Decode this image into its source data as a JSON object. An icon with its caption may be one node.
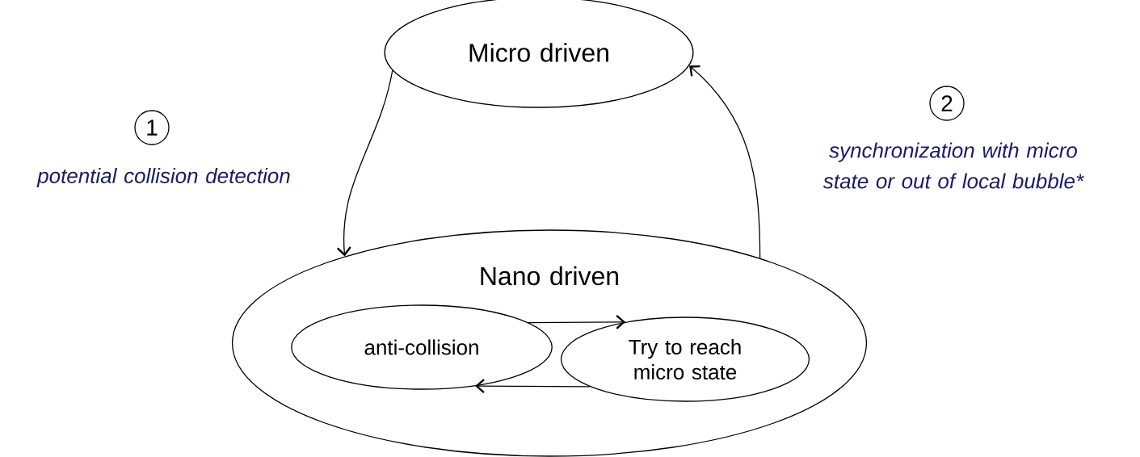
{
  "diagram": {
    "nodes": [
      {
        "text": [
          "Micro driven"
        ]
      },
      {
        "text": [
          "Nano driven"
        ]
      },
      {
        "text": [
          "anti-collision"
        ],
        "in": 1
      },
      {
        "text": [
          "Try to reach micro state"
        ],
        "in": 1
      }
    ],
    "edges": [
      {
        "from": 0,
        "to": 1,
        "arrow": "to",
        "label": "potential collision detection"
      },
      {
        "from": 1,
        "to": 0,
        "arrow": "to",
        "label": "synchronization with micro state or out of local bubble*"
      },
      {
        "from": 2,
        "to": 3,
        "arrow": "to"
      },
      {
        "from": 3,
        "to": 2,
        "arrow": "to"
      }
    ],
    "labels": [
      "1",
      "2"
    ]
  }
}
